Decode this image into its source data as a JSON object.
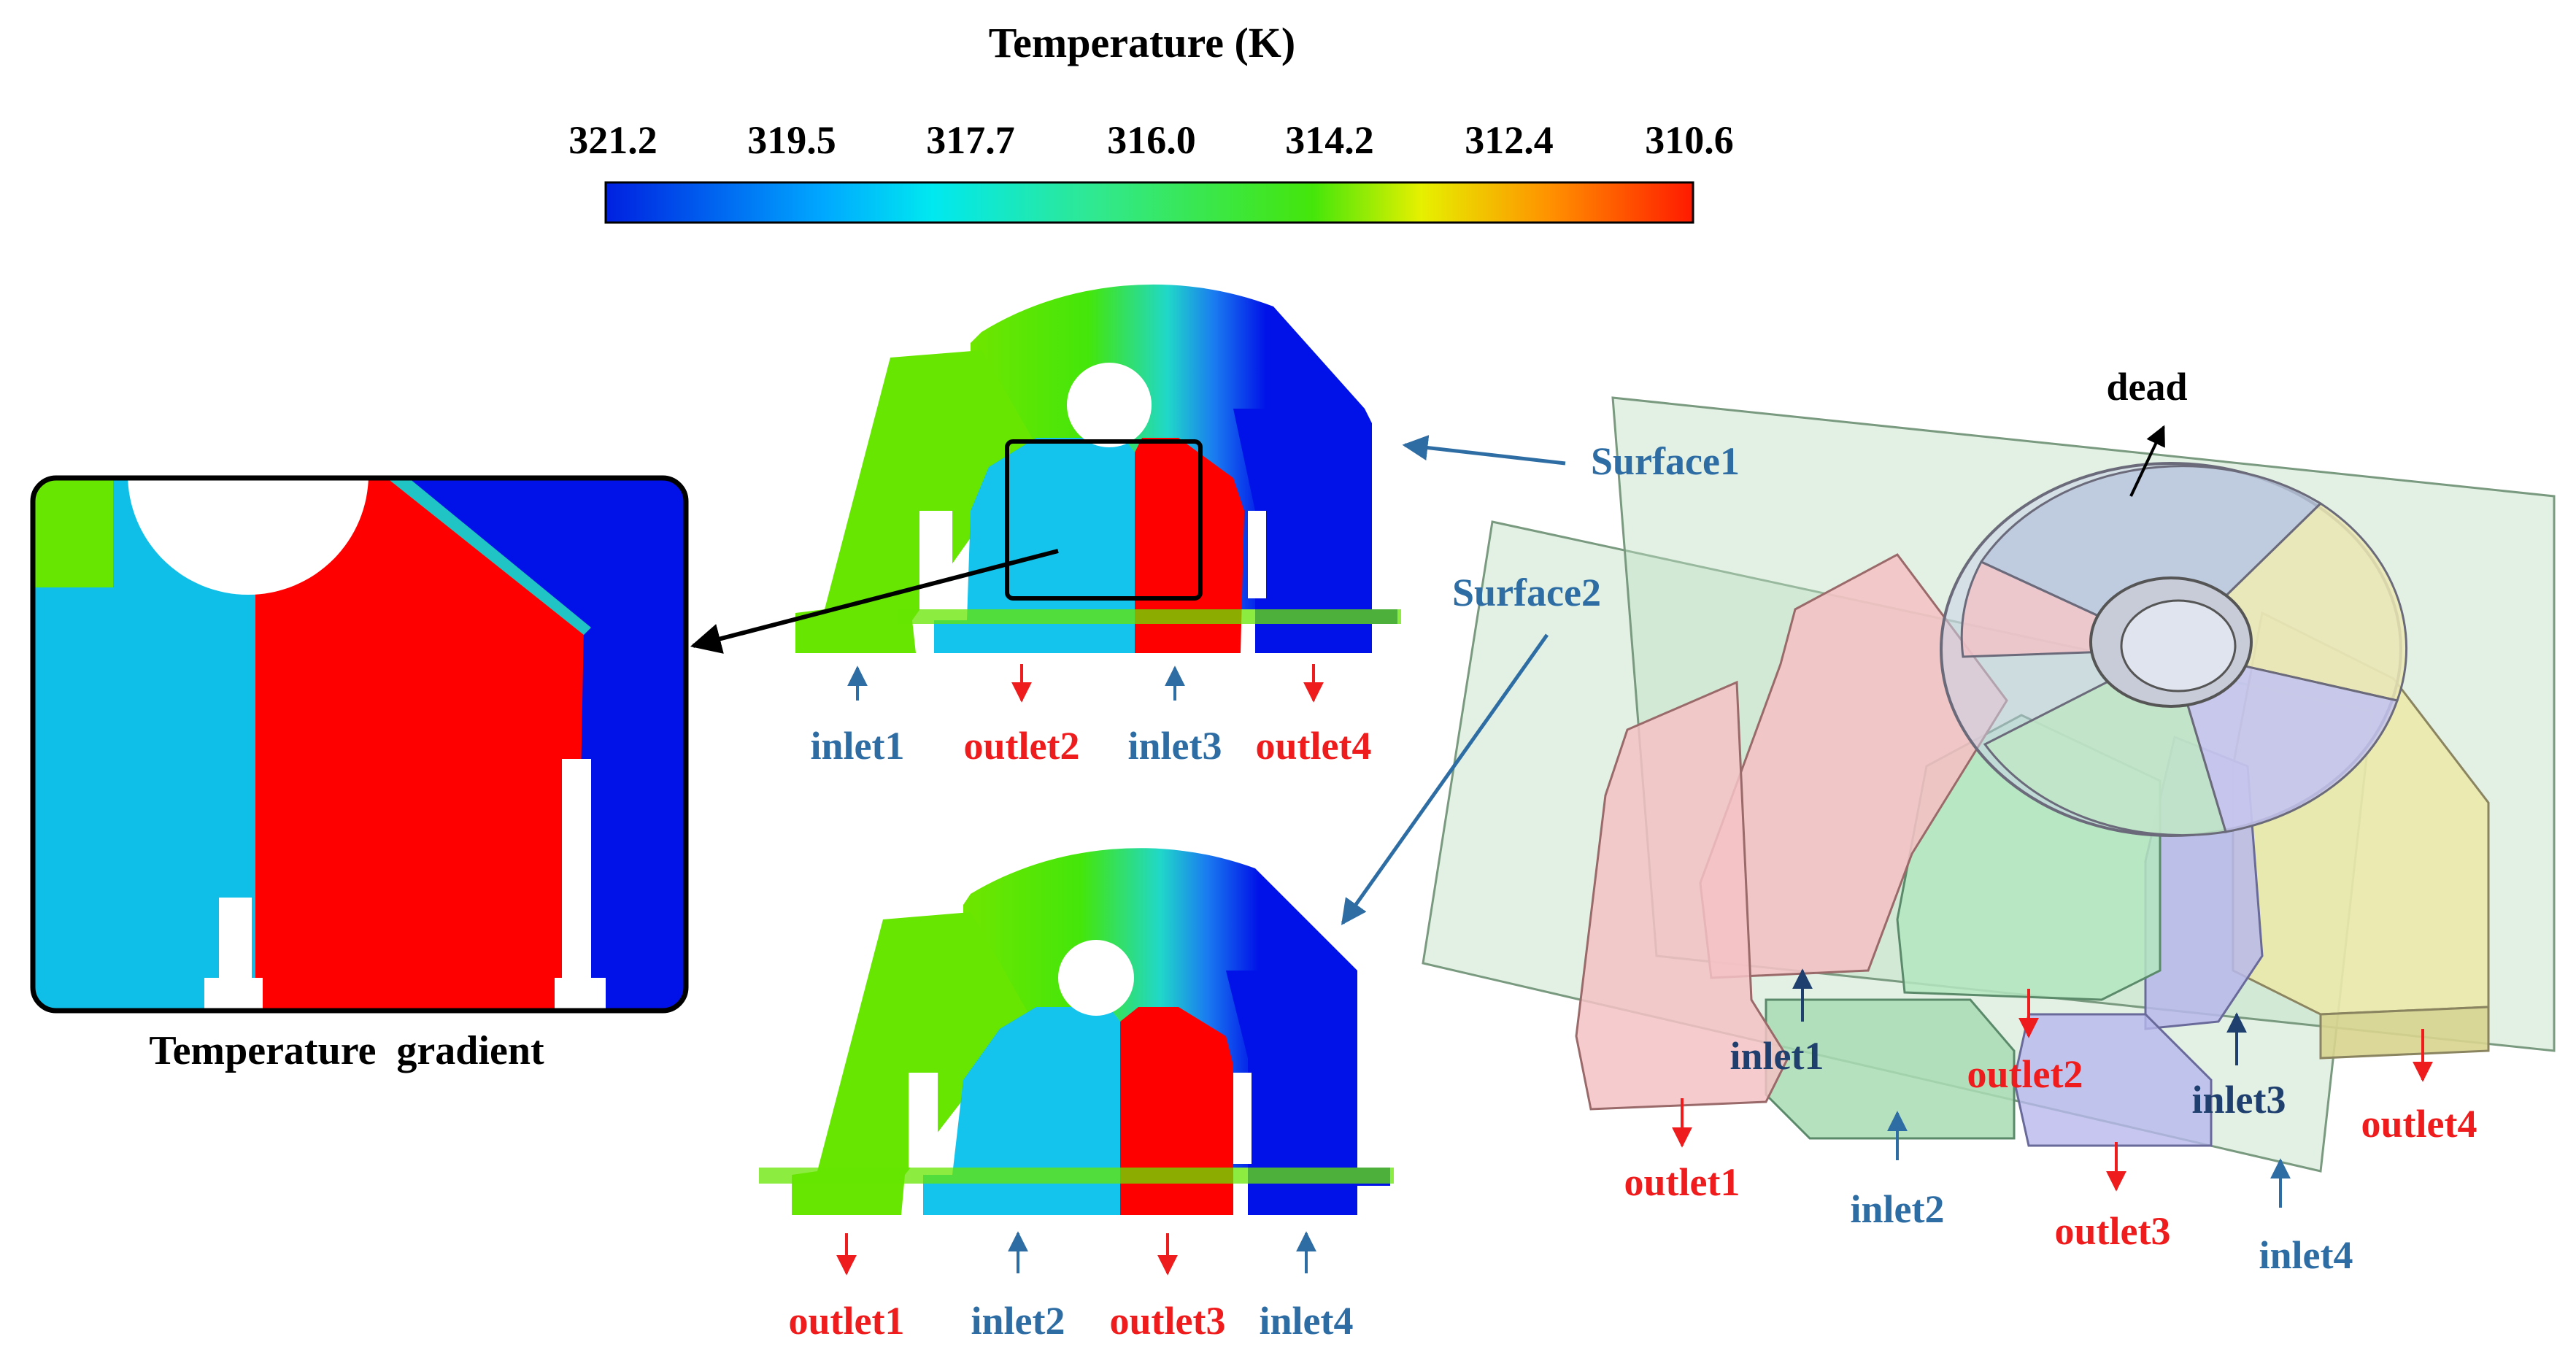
{
  "colorbar": {
    "title": "Temperature (K)",
    "ticks": [
      "321.2",
      "319.5",
      "317.7",
      "316.0",
      "314.2",
      "312.4",
      "310.6"
    ],
    "stops": [
      "#0020e0",
      "#00a8ff",
      "#00e8f0",
      "#30e890",
      "#44e60a",
      "#e6f000",
      "#ff9000",
      "#ff1a00"
    ]
  },
  "zoom": {
    "caption": "Temperature  gradient"
  },
  "surface1": {
    "labels": [
      {
        "text": "inlet1",
        "kind": "inlet"
      },
      {
        "text": "outlet2",
        "kind": "outlet"
      },
      {
        "text": "inlet3",
        "kind": "inlet"
      },
      {
        "text": "outlet4",
        "kind": "outlet"
      }
    ]
  },
  "surface2": {
    "labels": [
      {
        "text": "outlet1",
        "kind": "outlet"
      },
      {
        "text": "inlet2",
        "kind": "inlet"
      },
      {
        "text": "outlet3",
        "kind": "outlet"
      },
      {
        "text": "inlet4",
        "kind": "inlet"
      }
    ]
  },
  "model": {
    "surface1_label": "Surface1",
    "surface2_label": "Surface2",
    "dead_label": "dead",
    "port_labels": [
      {
        "text": "inlet1",
        "kind": "inlet"
      },
      {
        "text": "outlet2",
        "kind": "outlet"
      },
      {
        "text": "inlet3",
        "kind": "inlet"
      },
      {
        "text": "outlet4",
        "kind": "outlet"
      },
      {
        "text": "outlet1",
        "kind": "outlet"
      },
      {
        "text": "inlet2",
        "kind": "inlet"
      },
      {
        "text": "outlet3",
        "kind": "outlet"
      },
      {
        "text": "inlet4",
        "kind": "inlet"
      }
    ]
  },
  "colors": {
    "hot": "#ff0000",
    "cold": "#0012e8",
    "mid": "#66e600",
    "cool": "#10bfe8",
    "inlet_text": "#2e6da4",
    "outlet_text": "#ee1c1c"
  }
}
